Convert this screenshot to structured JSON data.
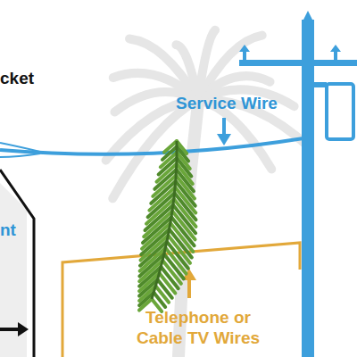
{
  "diagram": {
    "labels": [
      "cket",
      "Service Wire",
      "nt",
      "Telephone or Cable TV Wires"
    ]
  }
}
